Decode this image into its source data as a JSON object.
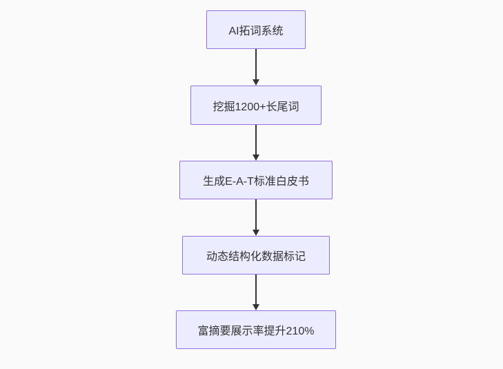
{
  "page": {
    "background_color": "#fafafa"
  },
  "chart_data": {
    "type": "flowchart",
    "direction": "top-down",
    "node_fill_color": "#ececff",
    "node_border_color": "#9370db",
    "text_color": "#333333",
    "arrow_color": "#333333",
    "nodes": [
      {
        "id": "step-1",
        "label": "AI拓词系统"
      },
      {
        "id": "step-2",
        "label": "挖掘1200+长尾词"
      },
      {
        "id": "step-3",
        "label": "生成E-A-T标准白皮书"
      },
      {
        "id": "step-4",
        "label": "动态结构化数据标记"
      },
      {
        "id": "step-5",
        "label": "富摘要展示率提升210%"
      }
    ],
    "edges": [
      {
        "from": "step-1",
        "to": "step-2"
      },
      {
        "from": "step-2",
        "to": "step-3"
      },
      {
        "from": "step-3",
        "to": "step-4"
      },
      {
        "from": "step-4",
        "to": "step-5"
      }
    ]
  }
}
